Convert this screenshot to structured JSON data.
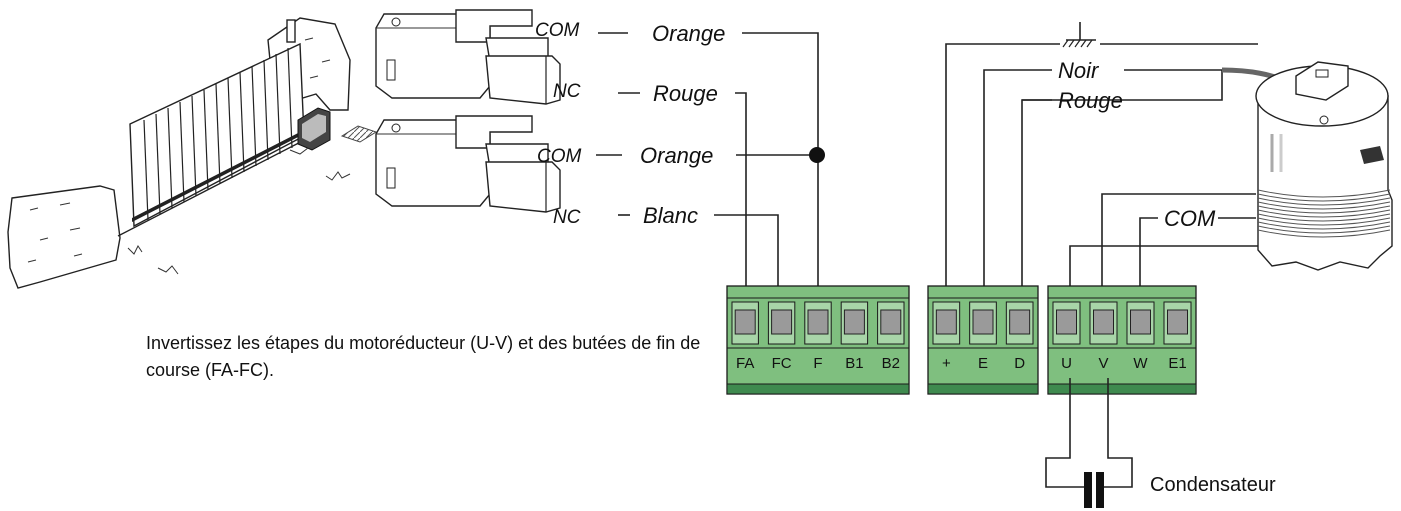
{
  "colors": {
    "terminal_block": "#7fbf7f",
    "terminal_dark": "#3f8a4f",
    "terminal_cell": "#a8d5a8",
    "screw": "#9a9a9a",
    "line": "#222222"
  },
  "icons": {
    "gate": "sliding-gate-icon",
    "microswitch": "limit-switch-icon",
    "motor": "motor-icon",
    "ground": "ground-icon",
    "capacitor": "capacitor-icon"
  },
  "switch_top": {
    "com_label": "COM",
    "nc_label": "NC"
  },
  "switch_bottom": {
    "com_label": "COM",
    "nc_label": "NC"
  },
  "wire_labels": {
    "orange_top": "Orange",
    "rouge_top": "Rouge",
    "orange_bottom": "Orange",
    "blanc": "Blanc",
    "noir": "Noir",
    "rouge_motor": "Rouge",
    "com_motor": "COM"
  },
  "terminals": {
    "block1": [
      "FA",
      "FC",
      "F",
      "B1",
      "B2"
    ],
    "block2": [
      "+",
      "E",
      "D"
    ],
    "block3": [
      "U",
      "V",
      "W",
      "E1"
    ]
  },
  "note_text": "Invertissez les étapes du motoréducteur (U-V) et des butées de fin de course (FA-FC).",
  "capacitor_label": "Condensateur"
}
